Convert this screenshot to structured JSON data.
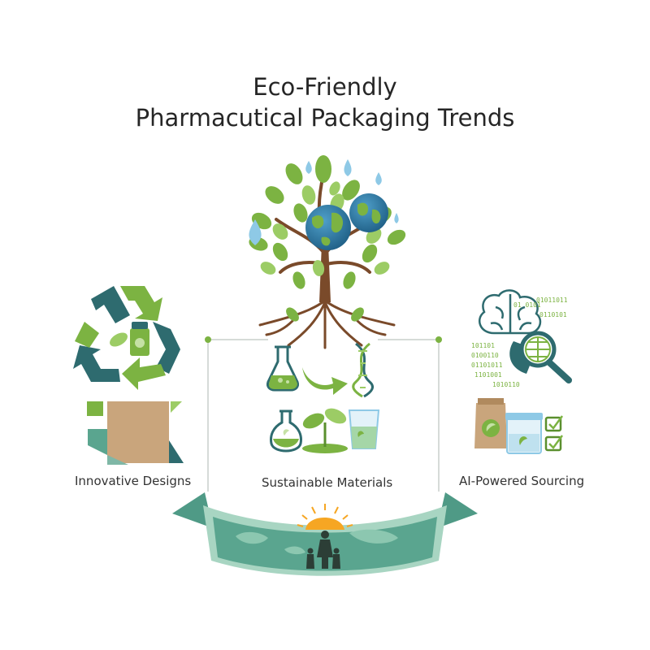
{
  "title": {
    "line1": "Eco-Friendly",
    "line2": "Pharmacutical Packaging Trends"
  },
  "sections": [
    {
      "label": "Innovative Designs"
    },
    {
      "label": "Sustainable Materials"
    },
    {
      "label": "AI-Powered Sourcing"
    }
  ],
  "binary_lines": [
    "01 0101",
    "0110101",
    "101101",
    "0100110",
    "01101011",
    "1101001",
    "1010110",
    "01011011"
  ],
  "colors": {
    "green": "#7cb342",
    "light_green": "#9ccc65",
    "teal": "#2e6b6f",
    "sea": "#5aa58f",
    "brown": "#7a4a2a",
    "water": "#8ec9e6",
    "sun": "#f6a623",
    "kraft": "#c9a57c"
  }
}
